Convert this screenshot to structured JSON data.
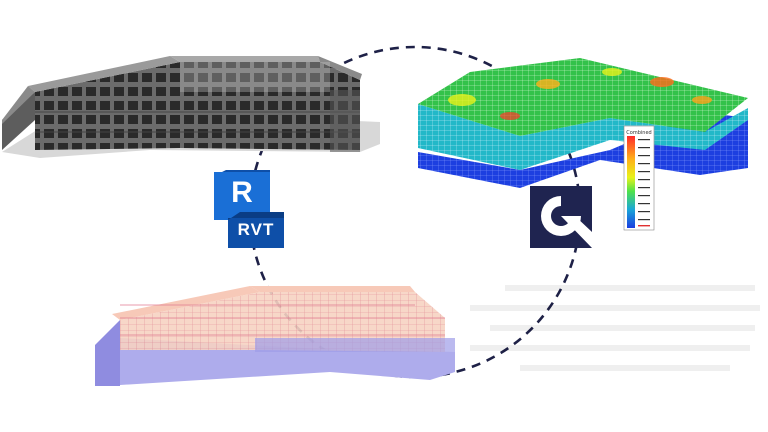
{
  "revit_logo": {
    "letter": "R",
    "label": "RVT"
  },
  "legend": {
    "title": "Combined",
    "colors": [
      "#ff2a2a",
      "#ff6a1a",
      "#ffa31a",
      "#ffd21a",
      "#e8f21a",
      "#a8f01a",
      "#5ae83a",
      "#22d86a",
      "#19c3a8",
      "#1a9bd8",
      "#1a66e0",
      "#1a3ee0"
    ]
  },
  "colors": {
    "connector": "#1e2147",
    "revit_blue": "#1a6fd6",
    "revit_dark": "#0e4fa8",
    "analysis_logo": "#1f2450",
    "grey_model": "#7a7a7a",
    "analytical_model": "#f3c7b6",
    "analytical_base": "#a9a7ec"
  }
}
